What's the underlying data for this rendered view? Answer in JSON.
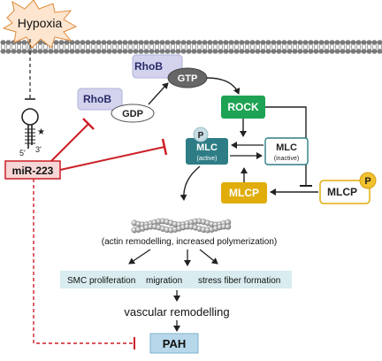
{
  "hypoxia": "Hypoxia",
  "rhob_top": "RhoB",
  "gtp": "GTP",
  "rhob_left": "RhoB",
  "gdp": "GDP",
  "rock": "ROCK",
  "p_small": "P",
  "mlc_active": "MLC",
  "mlc_active_sub": "(active)",
  "mlc_inactive": "MLC",
  "mlc_inactive_sub": "(inactive)",
  "mlcp_center": "MLCP",
  "mlcp_right": "MLCP",
  "p_right": "P",
  "mirna_5": "5'",
  "mirna_3": "3'",
  "mir223": "miR-223",
  "actin_caption": "(actin remodelling, increased polymerization)",
  "effect_smc": "SMC proliferation",
  "effect_migration": "migration",
  "effect_stress": "stress fiber formation",
  "vascular": "vascular remodelling",
  "pah": "PAH",
  "colors": {
    "rock_green": "#1ea354",
    "mlc_teal": "#2e7d86",
    "mlcp_gold": "#e1ad0b",
    "p_yellow": "#f2c12e",
    "inhibit_red": "#cc1f27",
    "rhob_lavender": "#d3d3ee",
    "pah_blue": "#b7d8ea",
    "effects_band": "#d9ecef"
  }
}
